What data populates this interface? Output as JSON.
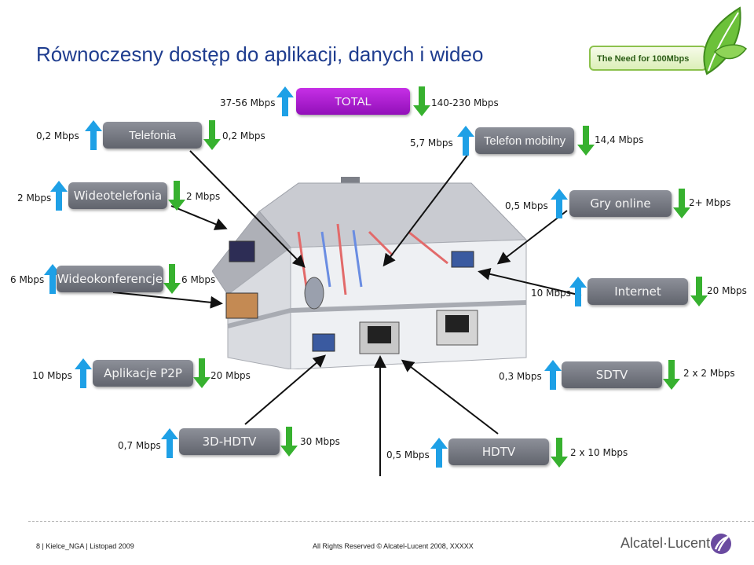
{
  "title": "Równoczesny dostęp do aplikacji, danych i wideo",
  "badge": "The Need for 100Mbps",
  "services": [
    {
      "id": "total",
      "label": "TOTAL",
      "up": "37-56 Mbps",
      "down": "140-230 Mbps"
    },
    {
      "id": "telefonia",
      "label": "Telefonia",
      "up": "0,2 Mbps",
      "down": "0,2 Mbps"
    },
    {
      "id": "telefon-mobilny",
      "label": "Telefon mobilny",
      "up": "5,7 Mbps",
      "down": "14,4 Mbps"
    },
    {
      "id": "wideotelefonia",
      "label": "Wideotelefonia",
      "up": "2 Mbps",
      "down": "2 Mbps"
    },
    {
      "id": "gry-online",
      "label": "Gry online",
      "up": "0,5 Mbps",
      "down": "2+ Mbps"
    },
    {
      "id": "wideokonferencje",
      "label": "Wideokonferencje",
      "up": "6 Mbps",
      "down": "6 Mbps"
    },
    {
      "id": "internet",
      "label": "Internet",
      "up": "10 Mbps",
      "down": "20 Mbps"
    },
    {
      "id": "aplikacje-p2p",
      "label": "Aplikacje P2P",
      "up": "10 Mbps",
      "down": "20 Mbps"
    },
    {
      "id": "sdtv",
      "label": "SDTV",
      "up": "0,3 Mbps",
      "down": "2 x 2 Mbps"
    },
    {
      "id": "3d-hdtv",
      "label": "3D-HDTV",
      "up": "0,7 Mbps",
      "down": "30 Mbps"
    },
    {
      "id": "hdtv",
      "label": "HDTV",
      "up": "0,5 Mbps",
      "down": "2 x 10 Mbps"
    }
  ],
  "footer": {
    "left": "8 | Kielce_NGA | Listopad 2009",
    "middle": "All Rights Reserved © Alcatel-Lucent 2008, XXXXX",
    "logo": "Alcatel·Lucent"
  },
  "colors": {
    "up_arrow": "#1ea0e6",
    "down_arrow": "#37b12f",
    "service_box": "#6f727b",
    "total_box": "#b020d6",
    "title": "#1f3d8f"
  },
  "icons": [
    "up-arrow-icon",
    "down-arrow-icon",
    "leaf-icon",
    "alcatel-lucent-logo-icon"
  ]
}
